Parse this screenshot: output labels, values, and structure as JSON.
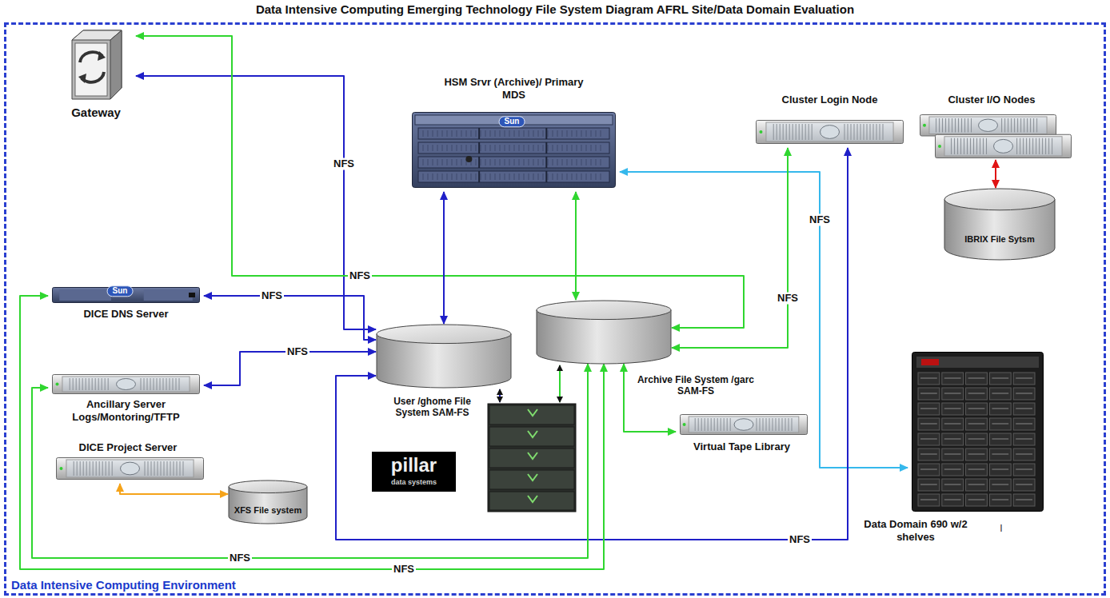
{
  "diagram": {
    "title": "Data Intensive Computing Emerging Technology File System Diagram AFRL Site/Data Domain Evaluation",
    "nodes": [
      {
        "text": [
          "Data Intensive Computing Environment"
        ]
      },
      {
        "text": [
          "Gateway"
        ],
        "in": 0
      },
      {
        "text": [
          "HSM Srvr (Archive)/ Primary MDS"
        ],
        "in": 0
      },
      {
        "text": [
          "Cluster Login Node"
        ],
        "in": 0
      },
      {
        "text": [
          "Cluster I/O Nodes"
        ],
        "in": 0
      },
      {
        "text": [
          "IBRIX File Sytsm"
        ],
        "in": 0
      },
      {
        "text": [
          "DICE DNS Server"
        ],
        "in": 0
      },
      {
        "text": [
          "User /ghome File System SAM-FS"
        ],
        "in": 0
      },
      {
        "text": [
          "Archive File System /garc SAM-FS"
        ],
        "in": 0
      },
      {
        "text": [
          "Ancillary Server Logs/Montoring/TFTP"
        ],
        "in": 0
      },
      {
        "text": [
          "DICE Project Server"
        ],
        "in": 0
      },
      {
        "text": [
          "XFS File system"
        ],
        "in": 0
      },
      {
        "text": [
          "pillar",
          "data systems"
        ],
        "in": 0
      },
      {
        "text": [
          "Virtual Tape Library"
        ],
        "in": 0
      },
      {
        "text": [
          "Data Domain 690 w/2 shelves"
        ],
        "in": 0
      }
    ],
    "edges": [
      {
        "from": 1,
        "to": 7,
        "arrow": "both",
        "label": "NFS"
      },
      {
        "from": 1,
        "to": 8,
        "arrow": "both",
        "label": "NFS"
      },
      {
        "from": 2,
        "to": 7,
        "arrow": "both"
      },
      {
        "from": 2,
        "to": 8,
        "arrow": "both"
      },
      {
        "from": 2,
        "to": 14,
        "arrow": "both",
        "label": "NFS"
      },
      {
        "from": 3,
        "to": 8,
        "arrow": "both",
        "label": "NFS"
      },
      {
        "from": 3,
        "to": 7,
        "arrow": "both",
        "label": "NFS"
      },
      {
        "from": 4,
        "to": 5,
        "arrow": "both"
      },
      {
        "from": 6,
        "to": 7,
        "arrow": "both",
        "label": "NFS"
      },
      {
        "from": 9,
        "to": 7,
        "arrow": "both",
        "label": "NFS"
      },
      {
        "from": 6,
        "to": 8,
        "arrow": "both",
        "label": "NFS"
      },
      {
        "from": 9,
        "to": 8,
        "arrow": "both",
        "label": "NFS"
      },
      {
        "from": 10,
        "to": 11,
        "arrow": "both"
      },
      {
        "from": 8,
        "to": 13,
        "arrow": "both"
      }
    ],
    "labels": [
      "Sun",
      "Sun",
      "I"
    ]
  }
}
